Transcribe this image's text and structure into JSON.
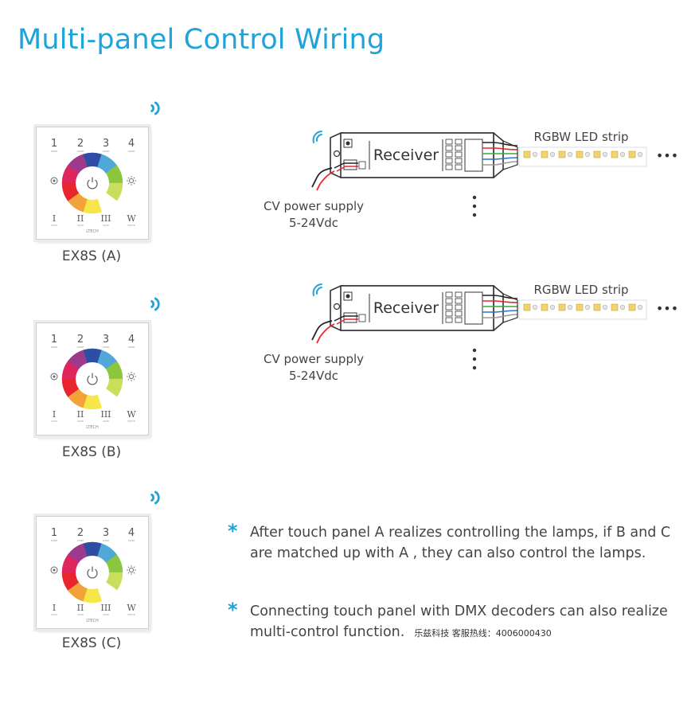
{
  "title": "Multi-panel Control Wiring",
  "panels": [
    {
      "label": "EX8S (A)"
    },
    {
      "label": "EX8S (B)"
    },
    {
      "label": "EX8S (C)"
    }
  ],
  "panel_face": {
    "zones": [
      "1",
      "2",
      "3",
      "4"
    ],
    "zone_caption": "ZONE",
    "bottom_buttons": [
      "I",
      "II",
      "III",
      "W"
    ],
    "bottom_captions": [
      "SAVE",
      "SAVE",
      "SAVE",
      "WHITE"
    ],
    "brand": "LTECH"
  },
  "receivers": [
    {
      "box_label": "Receiver",
      "strip_label": "RGBW LED strip",
      "power_line1": "CV power supply",
      "power_line2": "5-24Vdc",
      "continuation": "•••"
    },
    {
      "box_label": "Receiver",
      "strip_label": "RGBW LED strip",
      "power_line1": "CV power supply",
      "power_line2": "5-24Vdc",
      "continuation": "•••"
    }
  ],
  "notes": [
    {
      "star": "*",
      "text": "After touch panel A realizes controlling the lamps, if B and C are matched up with A , they can also control the lamps."
    },
    {
      "star": "*",
      "text": "Connecting touch panel with DMX decoders can also realize multi-control function."
    }
  ],
  "footer_cn": "乐兹科技 客服热线：4006000430",
  "colors": {
    "accent": "#1fa3d8",
    "text": "#444444"
  }
}
